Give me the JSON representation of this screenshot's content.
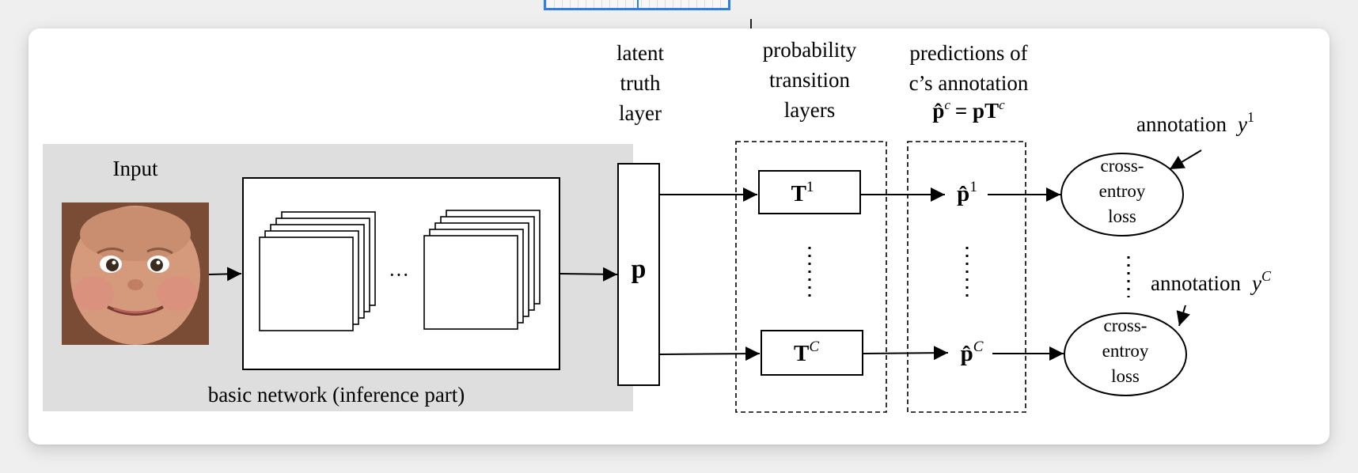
{
  "diagram": {
    "input_label": "Input",
    "basic_network_label": "basic network (inference part)",
    "ellipsis_middle": "···",
    "latent_label": [
      "latent",
      "truth",
      "layer"
    ],
    "latent_node": "p",
    "transition_label": [
      "probability",
      "transition",
      "layers"
    ],
    "transition_top": "T",
    "transition_top_sup": "1",
    "transition_bottom": "T",
    "transition_bottom_sup": "C",
    "predictions_label": [
      "predictions of",
      "c’s annotation"
    ],
    "predictions_formula": "p̂",
    "predictions_formula_sup": "c",
    "predictions_formula_rhs": "= pT",
    "predictions_formula_rhs_sup": "c",
    "pred_top": "p̂",
    "pred_top_sup": "1",
    "pred_bottom": "p̂",
    "pred_bottom_sup": "C",
    "loss_label": [
      "cross-",
      "entroy",
      "loss"
    ],
    "annotation_top": "annotation",
    "annotation_top_var": "y",
    "annotation_top_sup": "1",
    "annotation_bottom": "annotation",
    "annotation_bottom_var": "y",
    "annotation_bottom_sup": "C"
  },
  "colors": {
    "gray_panel": "#dedede",
    "selection_blue": "#2f7fe0"
  },
  "icons": [
    "baby-photo",
    "crosshair-cursor-icon"
  ]
}
